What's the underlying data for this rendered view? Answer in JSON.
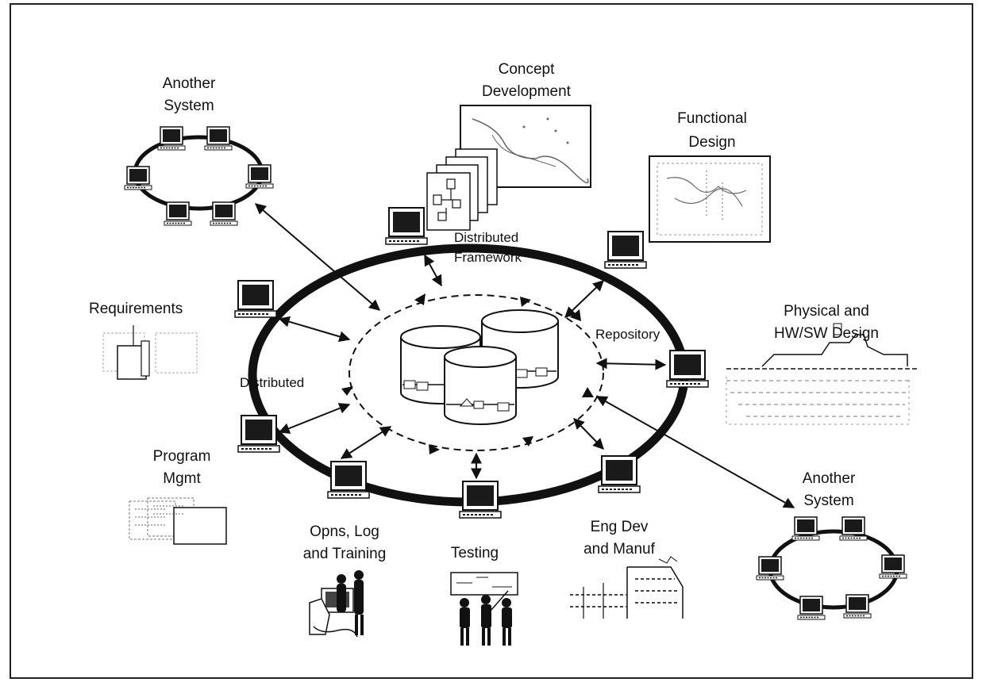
{
  "diagram": {
    "labels": {
      "another_system_left": [
        "Another",
        "System"
      ],
      "concept_development": [
        "Concept",
        "Development"
      ],
      "functional_design": [
        "Functional",
        "Design"
      ],
      "requirements": "Requirements",
      "physical_design": [
        "Physical and",
        "HW/SW Design"
      ],
      "distributed_framework": [
        "Distributed",
        "Framework"
      ],
      "repository": "Repository",
      "distributed": "Distributed",
      "program_mgmt": [
        "Program",
        "Mgmt"
      ],
      "opns_log_training": [
        "Opns, Log",
        "and Training"
      ],
      "testing": "Testing",
      "eng_dev_manuf": [
        "Eng Dev",
        "and Manuf"
      ],
      "another_system_right": [
        "Another",
        "System"
      ]
    },
    "colors": {
      "ink": "#111111",
      "screen": "#1a1a1a",
      "paper": "#ffffff",
      "sketch": "#666666"
    }
  }
}
